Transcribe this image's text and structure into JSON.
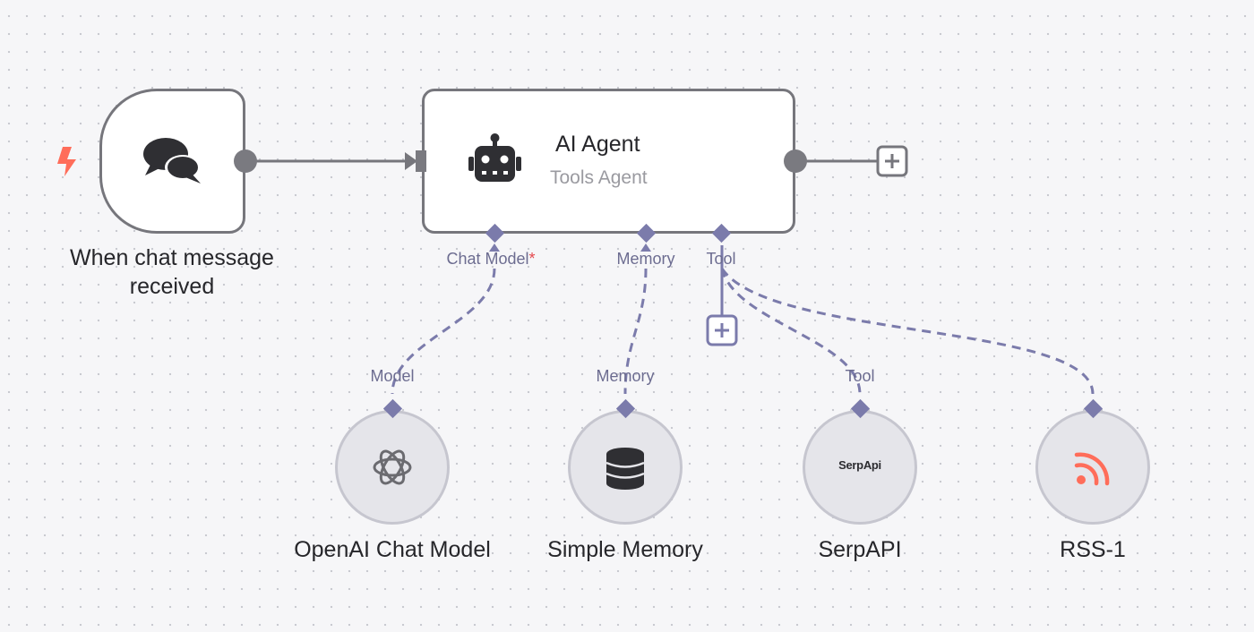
{
  "trigger_node": {
    "label": "When chat message received",
    "icon": "chat-bubbles-icon",
    "badge_icon": "lightning-bolt-icon"
  },
  "agent_node": {
    "title": "AI Agent",
    "subtitle": "Tools Agent",
    "icon": "robot-icon",
    "ports": {
      "chat_model": "Chat Model",
      "chat_model_required": "*",
      "memory": "Memory",
      "tool": "Tool"
    }
  },
  "sub_nodes": [
    {
      "label": "OpenAI Chat Model",
      "port_label": "Model",
      "icon": "openai-icon"
    },
    {
      "label": "Simple Memory",
      "port_label": "Memory",
      "icon": "database-icon"
    },
    {
      "label": "SerpAPI",
      "port_label": "Tool",
      "icon_text": "SerpApi"
    },
    {
      "label": "RSS-1",
      "port_label": "",
      "icon": "rss-icon"
    }
  ],
  "colors": {
    "node_border": "#76767c",
    "connection": "#7b7bab",
    "main_connection": "#76767c",
    "accent": "#ff6d5a"
  }
}
